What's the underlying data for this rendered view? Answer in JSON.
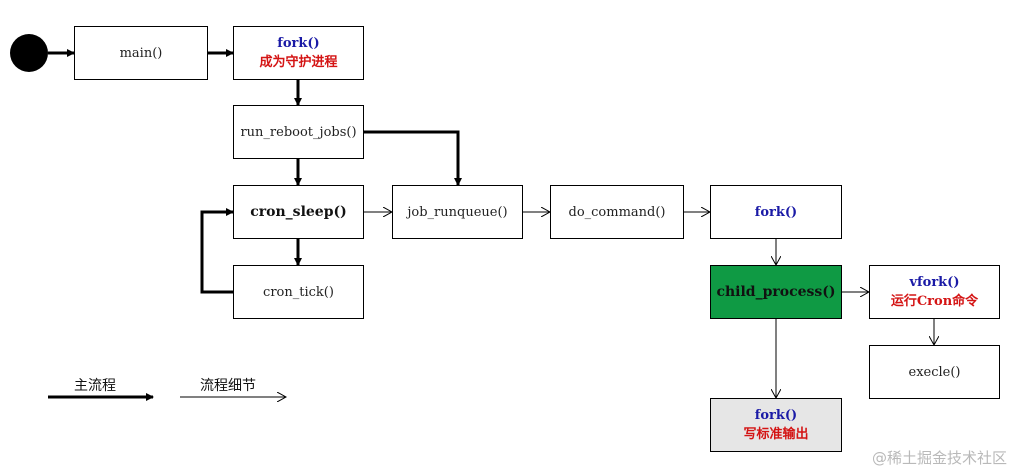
{
  "nodes": {
    "main": "main()",
    "fork_daemon": {
      "line1": "fork()",
      "line2": "成为守护进程"
    },
    "run_reboot_jobs": "run_reboot_jobs()",
    "cron_sleep": "cron_sleep()",
    "cron_tick": "cron_tick()",
    "job_runqueue": "job_runqueue()",
    "do_command": "do_command()",
    "fork": "fork()",
    "child_process": "child_process()",
    "vfork": {
      "line1": "vfork()",
      "line2": "运行Cron命令"
    },
    "execle": "execle()",
    "fork_output": {
      "line1": "fork()",
      "line2": "写标准输出"
    }
  },
  "legend": {
    "main_flow": "主流程",
    "detail_flow": "流程细节"
  },
  "watermark": "@稀土掘金技术社区",
  "colors": {
    "green": "#0f9a44",
    "blue_text": "#1a1aa6",
    "red_text": "#d41414",
    "gray_fill": "#e6e6e6"
  }
}
